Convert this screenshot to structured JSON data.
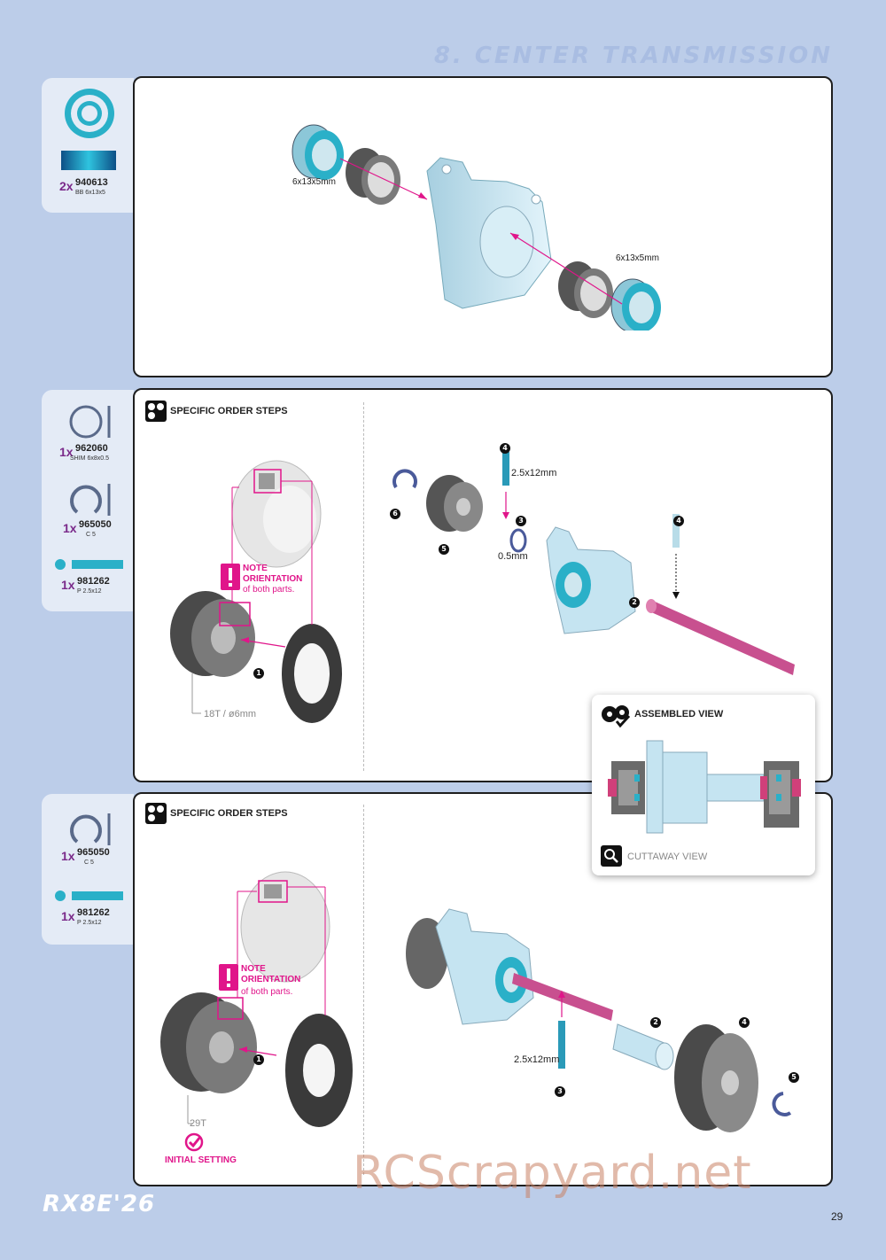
{
  "header": {
    "title": "8. CENTER TRANSMISSION"
  },
  "sidebar1": {
    "qty": "2x",
    "part": "940613",
    "desc": "BB 6x13x5"
  },
  "sidebar2": [
    {
      "qty": "1x",
      "part": "962060",
      "desc": "SHIM 6x8x0.5"
    },
    {
      "qty": "1x",
      "part": "965050",
      "desc": "C 5"
    },
    {
      "qty": "1x",
      "part": "981262",
      "desc": "P 2.5x12"
    }
  ],
  "sidebar3": [
    {
      "qty": "1x",
      "part": "965050",
      "desc": "C 5"
    },
    {
      "qty": "1x",
      "part": "981262",
      "desc": "P 2.5x12"
    }
  ],
  "panel1": {
    "label_a": "6x13x5mm",
    "label_b": "6x13x5mm"
  },
  "panel2": {
    "heading": "SPECIFIC ORDER STEPS",
    "note_title": "NOTE\nORIENTATION",
    "note_sub": "of both parts.",
    "gear_label": "18T / ø6mm",
    "pin_label": "2.5x12mm",
    "shim_label": "0.5mm",
    "steps": {
      "s1": "1",
      "s2": "2",
      "s3": "3",
      "s4a": "4",
      "s4b": "4",
      "s5": "5",
      "s6": "6"
    }
  },
  "assembled": {
    "heading": "ASSEMBLED VIEW",
    "footer": "CUTTAWAY VIEW"
  },
  "panel3": {
    "heading": "SPECIFIC ORDER STEPS",
    "note_title": "NOTE\nORIENTATION",
    "note_sub": "of both parts.",
    "gear_label": "29T",
    "initial": "INITIAL SETTING",
    "pin_label": "2.5x12mm",
    "steps": {
      "s1": "1",
      "s2": "2",
      "s3": "3",
      "s4": "4",
      "s5": "5"
    }
  },
  "footer": {
    "brand": "RX8E'26",
    "page": "29",
    "watermark": "RCScrapyard.net"
  },
  "colors": {
    "background": "#bccde9",
    "accent": "#e0158a",
    "bearing": "#2ab0c8",
    "part_blue": "#bfe3f0"
  }
}
